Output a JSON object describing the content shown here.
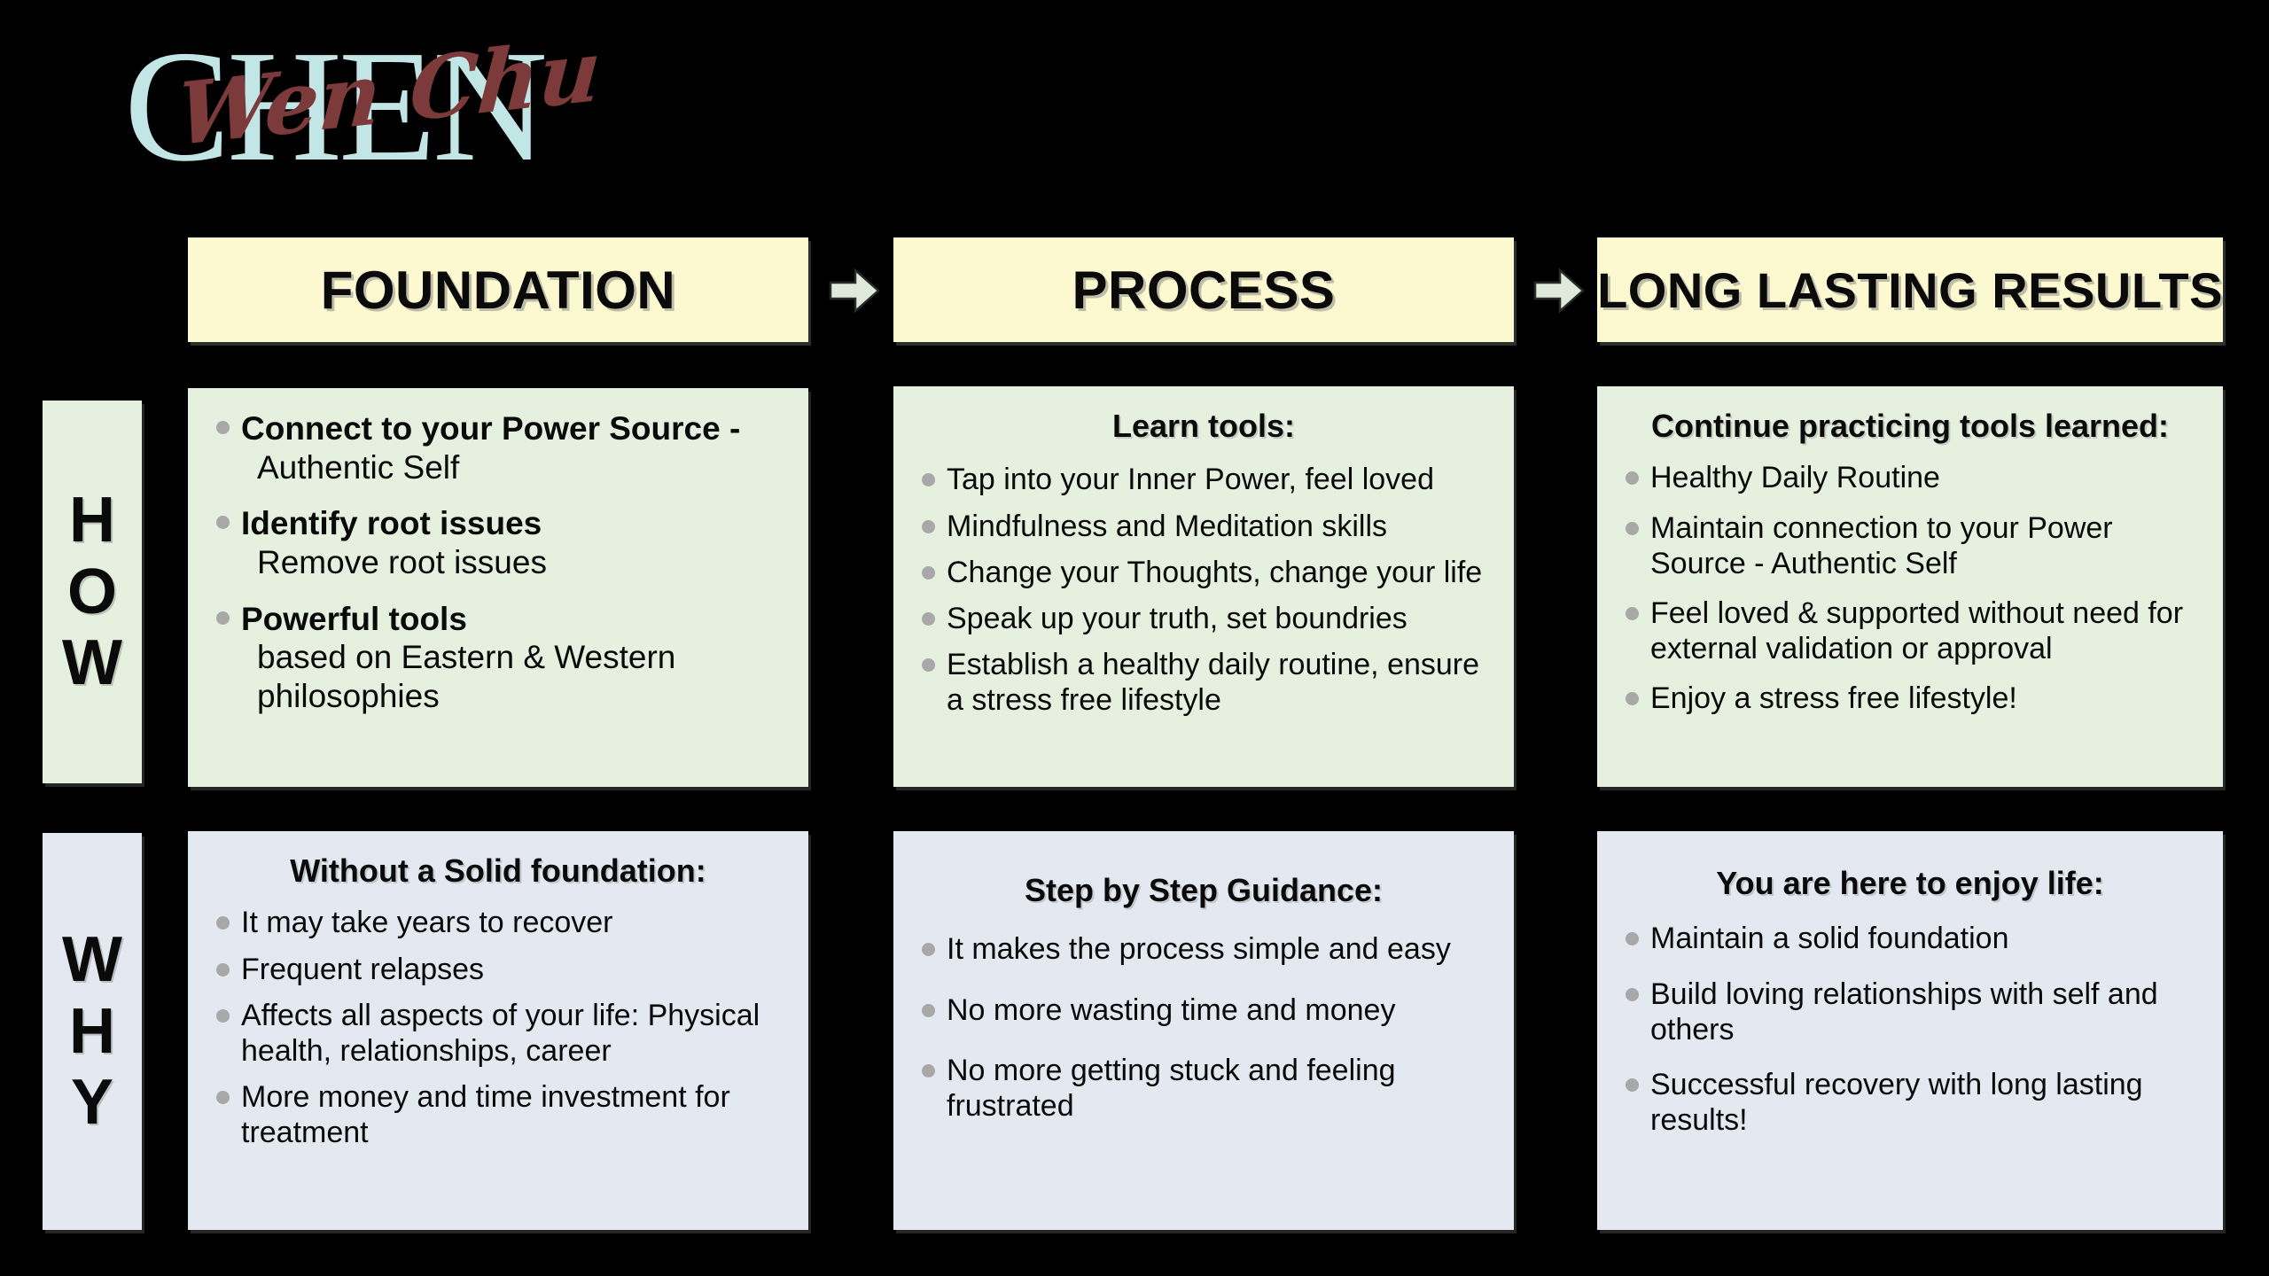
{
  "logo": {
    "word": "CHEN",
    "script": "Wen Chu"
  },
  "headers": [
    {
      "label": "FOUNDATION"
    },
    {
      "label": "PROCESS"
    },
    {
      "label": "LONG LASTING RESULTS"
    }
  ],
  "arrows": [
    {
      "name": "arrow-right-icon"
    },
    {
      "name": "arrow-right-icon"
    }
  ],
  "rows": [
    {
      "key": "how",
      "label": "HOW",
      "letters": [
        "H",
        "O",
        "W"
      ],
      "color": "#e6f0df",
      "cells": [
        {
          "title": "",
          "items": [
            {
              "lead": "Connect to your Power Source -",
              "sub": "Authentic Self"
            },
            {
              "lead": "Identify root issues",
              "sub": "Remove root issues"
            },
            {
              "lead": "Powerful tools",
              "sub": "based on Eastern & Western philosophies"
            }
          ]
        },
        {
          "title": "Learn tools:",
          "items": [
            {
              "text": "Tap into your Inner Power, feel loved"
            },
            {
              "text": "Mindfulness and Meditation skills"
            },
            {
              "text": "Change your Thoughts, change your life"
            },
            {
              "text": "Speak up your truth, set boundries"
            },
            {
              "text": "Establish a healthy daily routine, ensure a stress free lifestyle"
            }
          ]
        },
        {
          "title": "Continue practicing tools learned:",
          "items": [
            {
              "text": "Healthy Daily Routine"
            },
            {
              "text": "Maintain connection to your Power Source - Authentic Self"
            },
            {
              "text": "Feel loved & supported without need for external validation or approval"
            },
            {
              "text": "Enjoy a stress free lifestyle!"
            }
          ]
        }
      ]
    },
    {
      "key": "why",
      "label": "WHY",
      "letters": [
        "W",
        "H",
        "Y"
      ],
      "color": "#e3e8f1",
      "cells": [
        {
          "title": "Without a Solid foundation:",
          "items": [
            {
              "text": "It may take years to recover"
            },
            {
              "text": "Frequent relapses"
            },
            {
              "text": "Affects all aspects of your life: Physical health, relationships, career"
            },
            {
              "text": "More money and time investment for treatment"
            }
          ]
        },
        {
          "title": "Step by Step Guidance:",
          "items": [
            {
              "text": "It makes the process simple and easy"
            },
            {
              "text": "No more wasting time and money"
            },
            {
              "text": "No more getting stuck and feeling frustrated"
            }
          ]
        },
        {
          "title": "You are here to enjoy life:",
          "items": [
            {
              "text": "Maintain a solid foundation"
            },
            {
              "text": "Build loving relationships with self and others"
            },
            {
              "text": "Successful recovery with long lasting results!"
            }
          ]
        }
      ]
    }
  ],
  "colors": {
    "background": "#000000",
    "header_box": "#fcf8cf",
    "how_row": "#e6f0df",
    "why_row": "#e3e8f1",
    "logo_word": "#c2e5e6",
    "logo_script": "#7d3a3a",
    "bullet": "#a8a8a8",
    "arrow_fill": "#dfeadd"
  }
}
